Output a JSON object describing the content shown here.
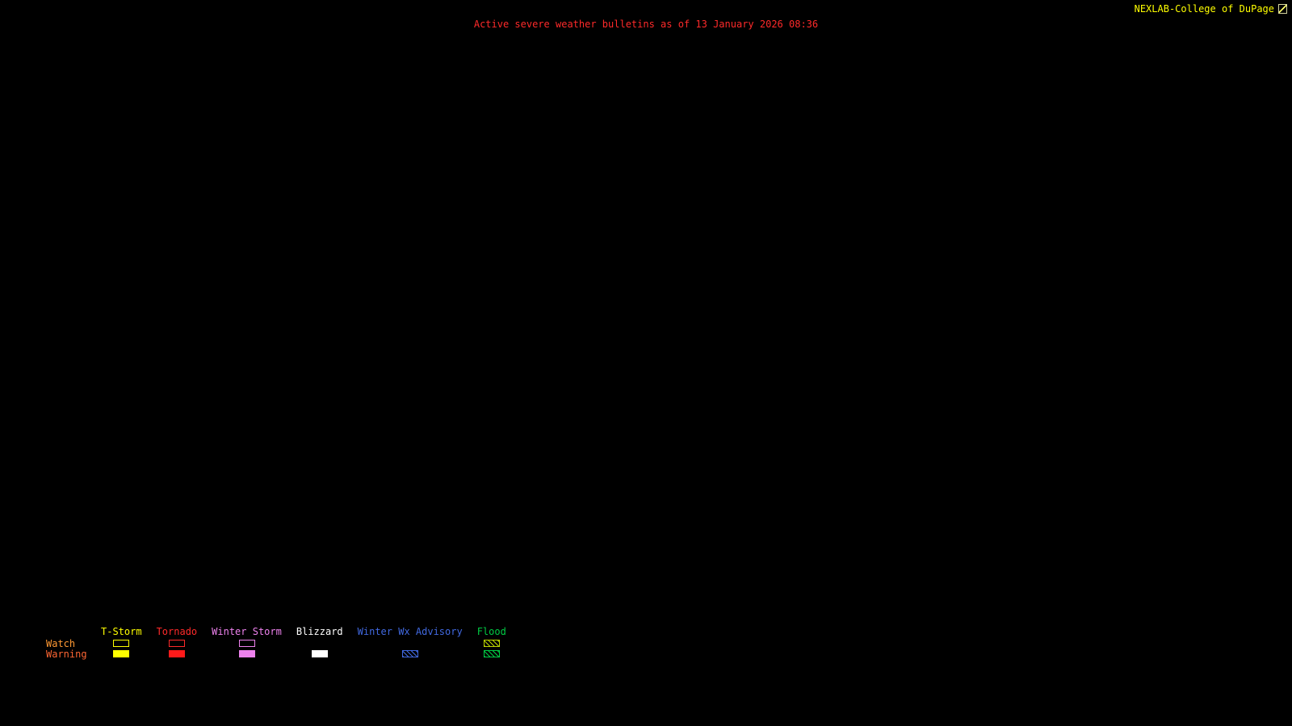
{
  "header": {
    "brand": "NEXLAB-College of DuPage",
    "brand_color": "#ffff00",
    "logo_icon": "framed-square-icon",
    "title": "Active severe weather bulletins as of 13 January 2026 08:36",
    "title_color": "#ff2a2a"
  },
  "legend": {
    "watch_label": "Watch",
    "watch_label_color": "#ff9933",
    "warning_label": "Warning",
    "warning_label_color": "#ff6633",
    "columns": [
      {
        "label": "T-Storm",
        "label_color": "#ffff00",
        "watch": {
          "style": "outline",
          "color": "#ffff00"
        },
        "warning": {
          "style": "filled",
          "color": "#ffff00"
        }
      },
      {
        "label": "Tornado",
        "label_color": "#ff2a2a",
        "watch": {
          "style": "outline",
          "color": "#ff2a2a"
        },
        "warning": {
          "style": "filled",
          "color": "#ff1a1a"
        }
      },
      {
        "label": "Winter Storm",
        "label_color": "#ee82ee",
        "watch": {
          "style": "outline",
          "color": "#ee82ee"
        },
        "warning": {
          "style": "filled",
          "color": "#ee82ee"
        }
      },
      {
        "label": "Blizzard",
        "label_color": "#ffffff",
        "watch": {
          "style": "none",
          "color": "#ffffff"
        },
        "warning": {
          "style": "filled",
          "color": "#ffffff"
        }
      },
      {
        "label": "Winter Wx Advisory",
        "label_color": "#4169e1",
        "watch": {
          "style": "none",
          "color": "#4169e1"
        },
        "warning": {
          "style": "hatched",
          "color": "#4169e1"
        }
      },
      {
        "label": "Flood",
        "label_color": "#00cc44",
        "watch": {
          "style": "hatched",
          "color": "#bcd400"
        },
        "warning": {
          "style": "hatched",
          "color": "#00cc44"
        }
      }
    ]
  }
}
